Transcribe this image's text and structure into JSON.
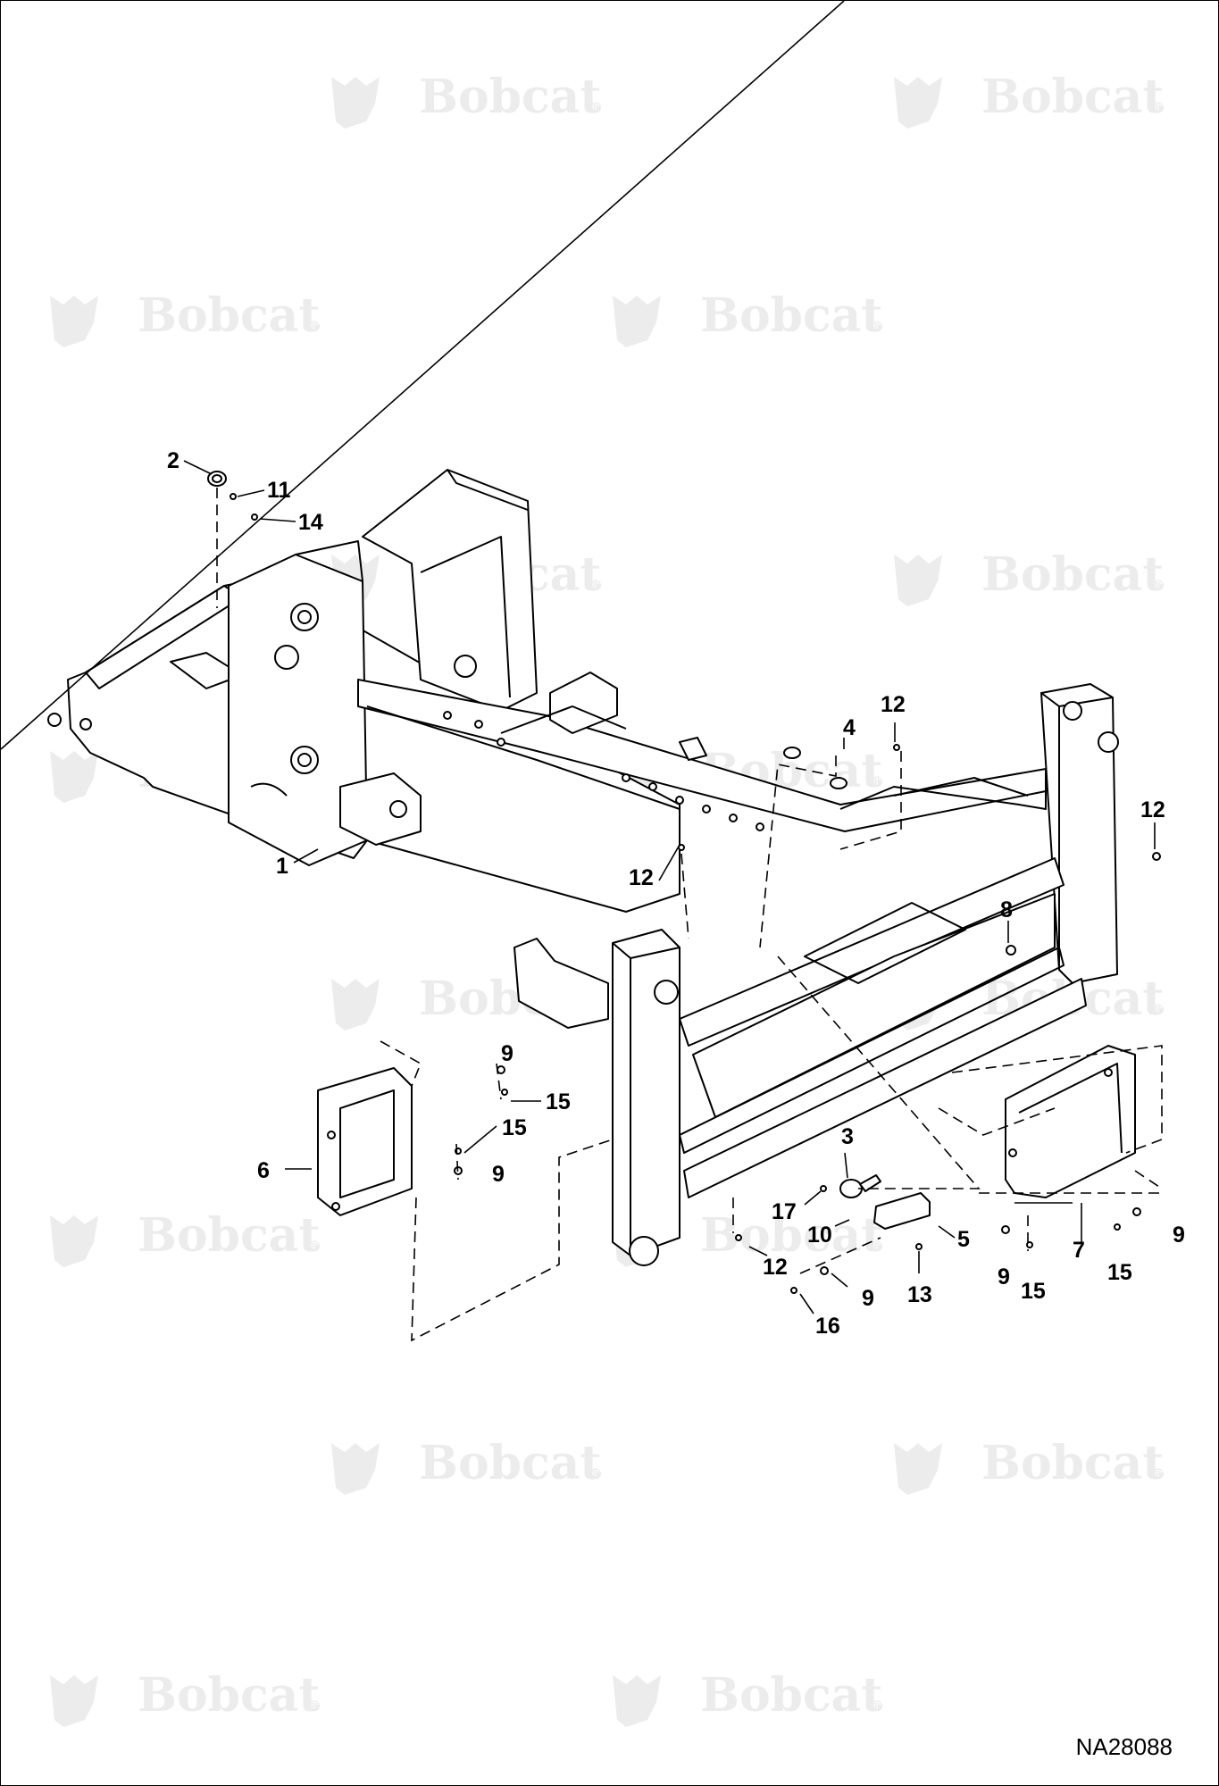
{
  "watermark": {
    "text": "Bobcat",
    "mark": "®",
    "color": "#ececec"
  },
  "callouts": [
    "1",
    "2",
    "3",
    "4",
    "5",
    "6",
    "7",
    "8",
    "9",
    "10",
    "11",
    "12",
    "13",
    "14",
    "15",
    "16",
    "17"
  ],
  "drawing_id": "NA28088",
  "colors": {
    "line": "#000000",
    "background": "#ffffff"
  }
}
